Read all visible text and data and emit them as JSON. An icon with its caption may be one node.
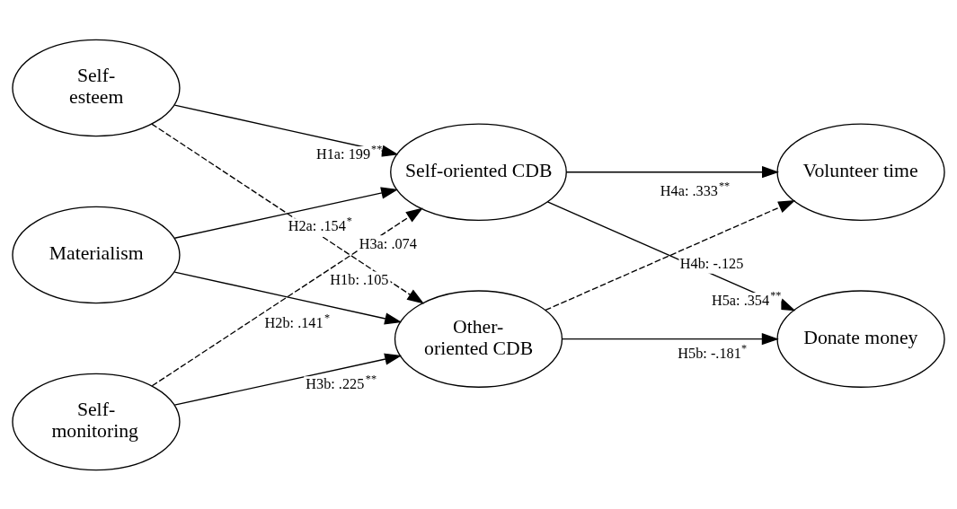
{
  "diagram": {
    "nodes": [
      {
        "text": [
          "Self- esteem"
        ]
      },
      {
        "text": [
          "Materialism"
        ]
      },
      {
        "text": [
          "Self- monitoring"
        ]
      },
      {
        "text": [
          "Self-oriented CDB"
        ]
      },
      {
        "text": [
          "Other- oriented CDB"
        ]
      },
      {
        "text": [
          "Volunteer time"
        ]
      },
      {
        "text": [
          "Donate money"
        ]
      }
    ],
    "edges": [
      {
        "from": 0,
        "to": 3,
        "arrow": "to",
        "label": "H1a: 199$^{**}$"
      },
      {
        "from": 0,
        "to": 4,
        "arrow": "to",
        "style": "dashed",
        "label": "H1b: .105"
      },
      {
        "from": 1,
        "to": 3,
        "arrow": "to",
        "label": "H2a: .154$^{*}$"
      },
      {
        "from": 1,
        "to": 4,
        "arrow": "to",
        "label": "H2b: .141$^{*}$"
      },
      {
        "from": 2,
        "to": 3,
        "arrow": "to",
        "style": "dashed",
        "label": "H3a: .074"
      },
      {
        "from": 2,
        "to": 4,
        "arrow": "to",
        "label": "H3b: .225$^{**}$"
      },
      {
        "from": 3,
        "to": 5,
        "arrow": "to",
        "label": "H4a: .333$^{**}$"
      },
      {
        "from": 4,
        "to": 5,
        "arrow": "to",
        "style": "dashed",
        "label": "H4b: -.125"
      },
      {
        "from": 3,
        "to": 6,
        "arrow": "to",
        "label": "H5a: .354$^{**}$"
      },
      {
        "from": 4,
        "to": 6,
        "arrow": "to",
        "label": "H5b: -.181$^{*}$"
      }
    ]
  }
}
